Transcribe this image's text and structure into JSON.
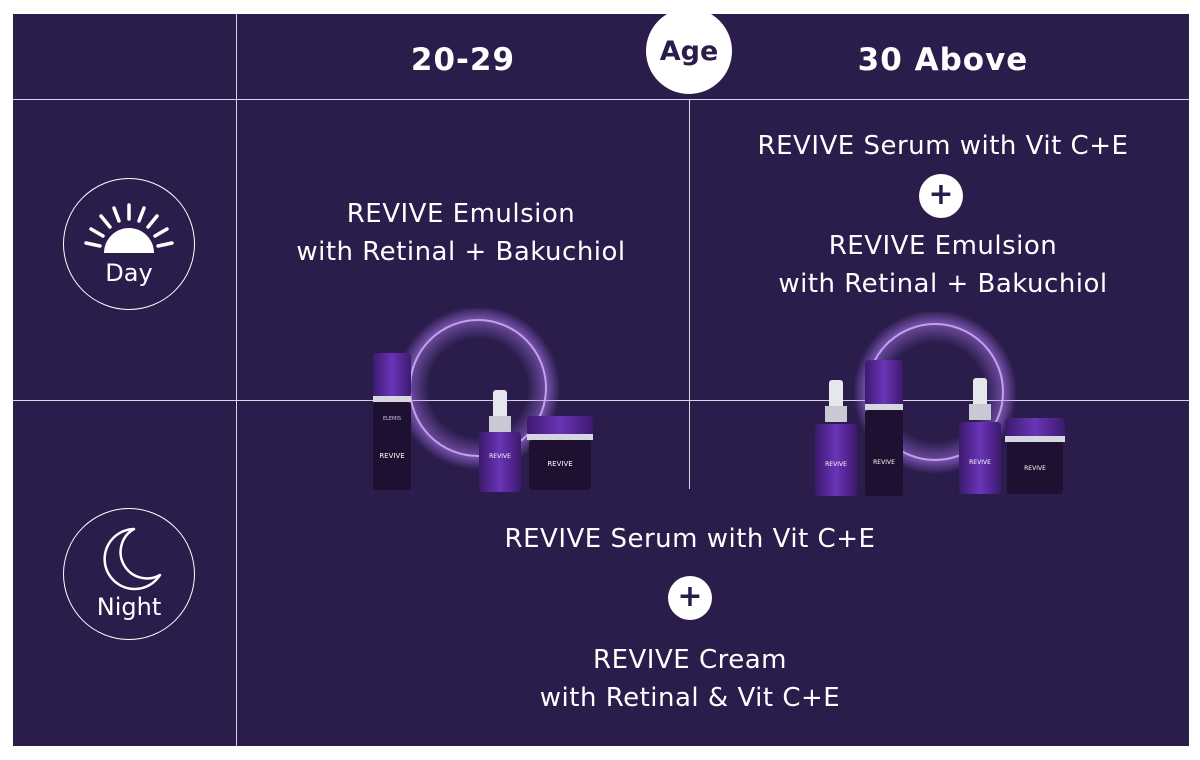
{
  "header": {
    "age_badge": "Age",
    "col_left": "20-29",
    "col_right": "30 Above"
  },
  "rows": {
    "day": {
      "label": "Day",
      "icon": "sunrise-icon"
    },
    "night": {
      "label": "Night",
      "icon": "crescent-moon-icon"
    }
  },
  "day_20_29": {
    "line1": "REVIVE Emulsion",
    "line2": "with Retinal + Bakuchiol"
  },
  "day_30_above": {
    "item1": "REVIVE Serum with Vit C+E",
    "plus": "+",
    "item2_line1": "REVIVE Emulsion",
    "item2_line2": "with Retinal + Bakuchiol"
  },
  "night_all": {
    "item1": "REVIVE Serum with Vit C+E",
    "plus": "+",
    "item2_line1": "REVIVE Cream",
    "item2_line2": "with Retinal & Vit C+E"
  },
  "products": {
    "brand": "ELEMIS",
    "name": "REVIVE"
  },
  "colors": {
    "background": "#2a1c4b",
    "grid": "#d9d4e6",
    "product_purple": "#5b2a9e",
    "glow": "#b680ff"
  }
}
